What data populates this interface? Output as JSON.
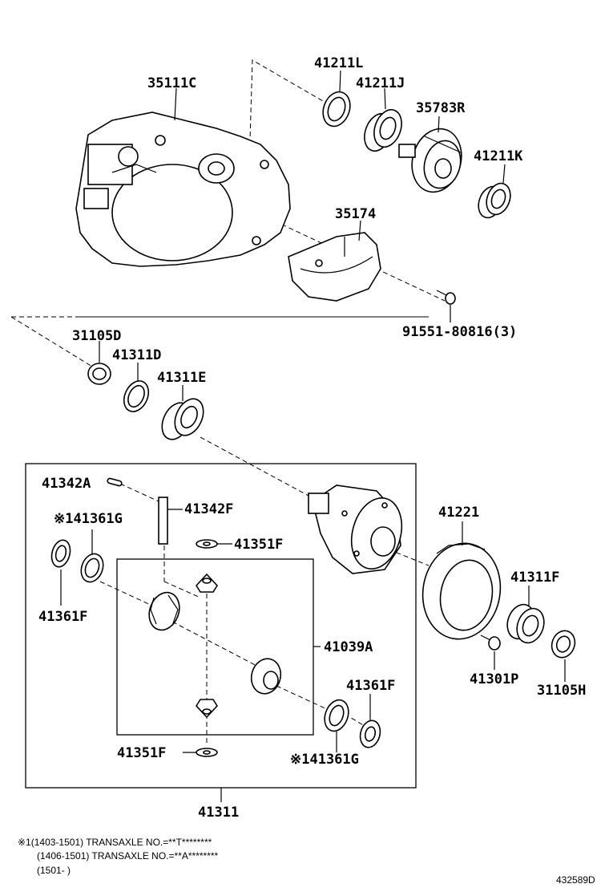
{
  "parts": {
    "p_35111C": "35111C",
    "p_41211L": "41211L",
    "p_41211J": "41211J",
    "p_35783R": "35783R",
    "p_41211K": "41211K",
    "p_35174": "35174",
    "p_91551": "91551-80816(3)",
    "p_31105D": "31105D",
    "p_41311D": "41311D",
    "p_41311E": "41311E",
    "p_41342A": "41342A",
    "p_41342F": "41342F",
    "p_41361G_top": "※141361G",
    "p_41351F_top": "41351F",
    "p_41361F_left": "41361F",
    "p_41039A": "41039A",
    "p_41361F_right": "41361F",
    "p_41361G_bottom": "※141361G",
    "p_41351F_bottom": "41351F",
    "p_41311": "41311",
    "p_41221": "41221",
    "p_41311F": "41311F",
    "p_41301P": "41301P",
    "p_31105H": "31105H"
  },
  "footnotes": [
    "※1(1403-1501) TRANSAXLE NO.=**T********",
    "(1406-1501) TRANSAXLE NO.=**A********",
    "(1501-        )"
  ],
  "diagram_id": "432589D"
}
